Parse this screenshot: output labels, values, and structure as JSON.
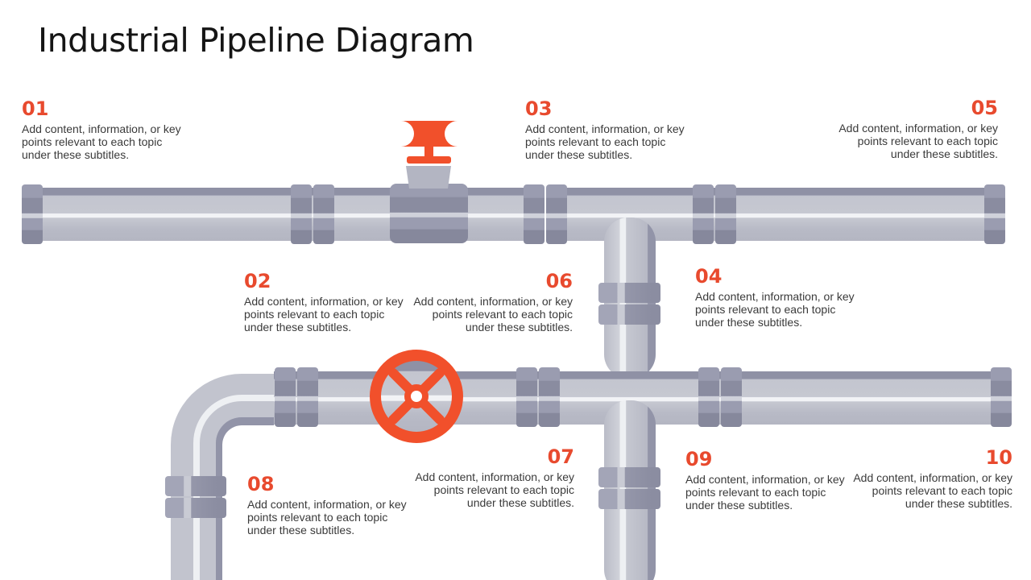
{
  "title": "Industrial Pipeline Diagram",
  "colors": {
    "accent": "#e84a2e",
    "pipe_light": "#bfc1cc",
    "pipe_dark": "#8c8ea2",
    "valve_red": "#f1502b"
  },
  "topics": [
    {
      "number": "01",
      "text": "Add content, information, or key points relevant to each topic under these subtitles."
    },
    {
      "number": "02",
      "text": "Add content, information, or key points relevant to each topic under these subtitles."
    },
    {
      "number": "03",
      "text": "Add content, information, or key points relevant to each topic under these subtitles."
    },
    {
      "number": "04",
      "text": "Add content, information, or key points relevant to each topic under these subtitles."
    },
    {
      "number": "05",
      "text": "Add content, information, or key points relevant to each topic under these subtitles."
    },
    {
      "number": "06",
      "text": "Add content, information, or key points relevant to each topic under these subtitles."
    },
    {
      "number": "07",
      "text": "Add content, information, or key points relevant to each topic under these subtitles."
    },
    {
      "number": "08",
      "text": "Add content, information, or key points relevant to each topic under these subtitles."
    },
    {
      "number": "09",
      "text": "Add content, information, or key points relevant to each topic under these subtitles."
    },
    {
      "number": "10",
      "text": "Add content, information, or key points relevant to each topic under these subtitles."
    }
  ]
}
